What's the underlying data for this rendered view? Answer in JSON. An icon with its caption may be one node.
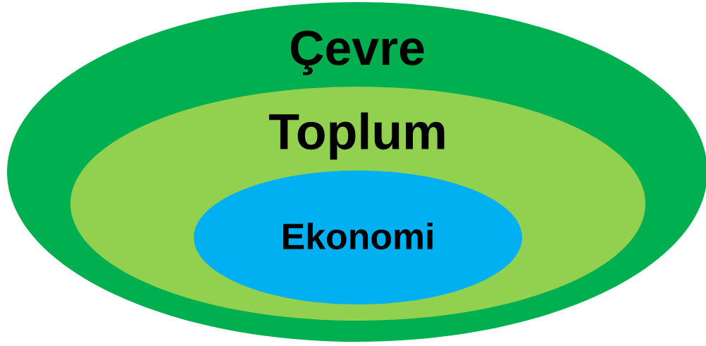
{
  "diagram": {
    "nodes": [
      {
        "text": [
          "Çevre"
        ]
      },
      {
        "text": [
          "Toplum"
        ],
        "in": 0
      },
      {
        "text": [
          "Ekonomi"
        ],
        "in": 1
      }
    ]
  }
}
